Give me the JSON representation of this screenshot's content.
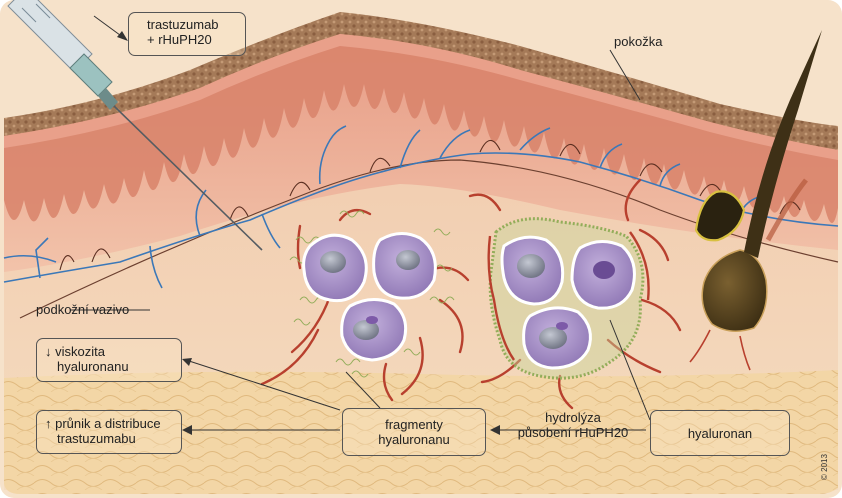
{
  "labels": {
    "drug_line1": "trastuzumab",
    "drug_line2": "+ rHuPH20",
    "skin": "pokožka",
    "subcutis": "podkožní vazivo",
    "hyaluronan": "hyaluronan",
    "fragments_line1": "fragmenty",
    "fragments_line2": "hyaluronanu",
    "hydrolysis_line1": "hydrolýza",
    "hydrolysis_line2": "působení rHuPH20",
    "viscosity_line1": "↓ viskozita",
    "viscosity_line2": "hyaluronanu",
    "penetration_line1": "↑ průnik a distribuce",
    "penetration_line2": "trastuzumabu",
    "copyright": "© 2013"
  },
  "colors": {
    "epidermis_outer": "#9c7152",
    "epidermis_inner": "#d88a72",
    "dermis": "#f0c4a8",
    "subcutis": "#f3d4b0",
    "fat": "#f2d2a0",
    "vessel_red": "#b8402e",
    "vessel_blue": "#3b78b8",
    "cell": "#a48ac6",
    "nucleus": "#8a8e9c",
    "hyaluronan_mesh": "#93ad5a",
    "hair": "#4a3a1c"
  }
}
